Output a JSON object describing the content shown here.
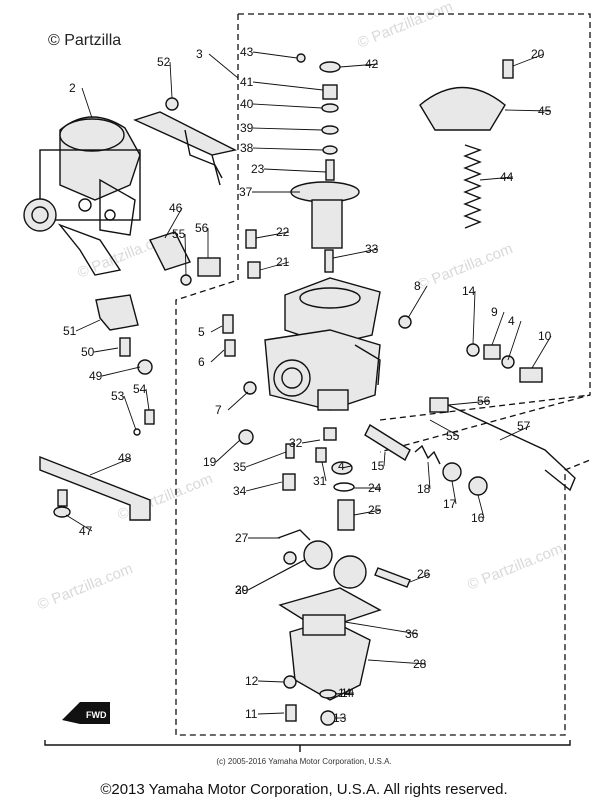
{
  "watermark": {
    "top_text": "© Partzilla",
    "repeat_text": "© Partzilla.com"
  },
  "direction_badge": "FWD",
  "credit_small": "(c) 2005-2016 Yamaha Motor Corporation, U.S.A.",
  "credit_main": "©2013 Yamaha Motor Corporation, U.S.A. All rights reserved.",
  "callouts": [
    "2",
    "3",
    "4",
    "4",
    "5",
    "6",
    "7",
    "8",
    "9",
    "10",
    "11",
    "12",
    "13",
    "14",
    "14",
    "14",
    "15",
    "16",
    "17",
    "18",
    "19",
    "20",
    "21",
    "22",
    "23",
    "24",
    "25",
    "26",
    "27",
    "28",
    "29",
    "30",
    "31",
    "32",
    "33",
    "34",
    "35",
    "36",
    "37",
    "38",
    "39",
    "40",
    "41",
    "42",
    "43",
    "44",
    "45",
    "46",
    "47",
    "48",
    "49",
    "50",
    "51",
    "52",
    "53",
    "54",
    "55",
    "55",
    "56",
    "56",
    "57"
  ]
}
